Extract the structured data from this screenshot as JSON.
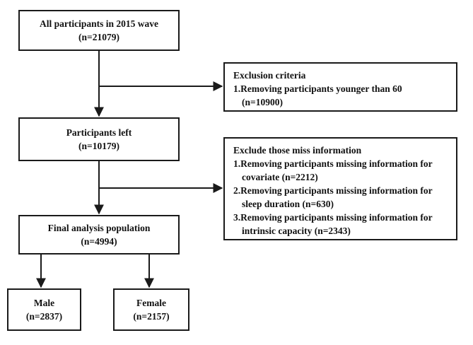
{
  "start": {
    "title": "All participants in 2015 wave",
    "count": "(n=21079)"
  },
  "exclusion": {
    "title": "Exclusion criteria",
    "item1": "1.Removing participants younger than 60",
    "item1_count": "(n=10900)"
  },
  "left": {
    "title": "Participants left",
    "count": "(n=10179)"
  },
  "missing": {
    "title": "Exclude those miss information",
    "lines": [
      "1.Removing participants missing information for",
      "covariate (n=2212)",
      "2.Removing participants missing information for",
      "sleep duration (n=630)",
      "3.Removing participants missing information for",
      "intrinsic capacity (n=2343)"
    ]
  },
  "final": {
    "title": "Final analysis population",
    "count": "(n=4994)"
  },
  "male": {
    "title": "Male",
    "count": "(n=2837)"
  },
  "female": {
    "title": "Female",
    "count": "(n=2157)"
  }
}
